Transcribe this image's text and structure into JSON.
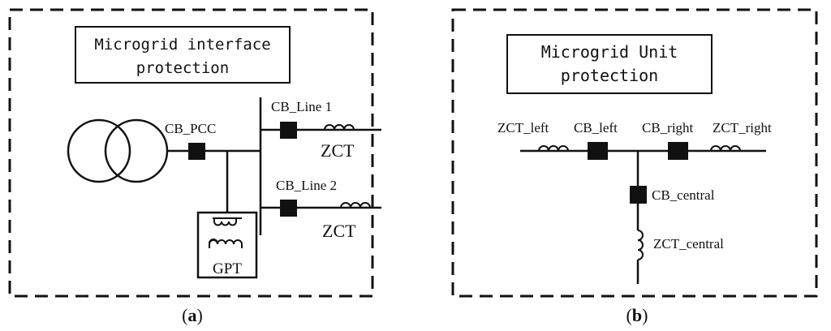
{
  "panel_a": {
    "title_line1": "Microgrid interface",
    "title_line2": "protection",
    "cb_pcc": "CB_PCC",
    "cb_line1": "CB_Line 1",
    "cb_line2": "CB_Line 2",
    "zct1": "ZCT",
    "zct2": "ZCT",
    "gpt": "GPT",
    "caption_open": "(",
    "caption_letter": "a",
    "caption_close": ")"
  },
  "panel_b": {
    "title_line1": "Microgrid Unit",
    "title_line2": "protection",
    "zct_left": "ZCT_left",
    "cb_left": "CB_left",
    "cb_right": "CB_right",
    "zct_right": "ZCT_right",
    "cb_central": "CB_central",
    "zct_central": "ZCT_central",
    "caption_open": "(",
    "caption_letter": "b",
    "caption_close": ")"
  },
  "colors": {
    "stroke": "#111111",
    "background": "#ffffff"
  }
}
